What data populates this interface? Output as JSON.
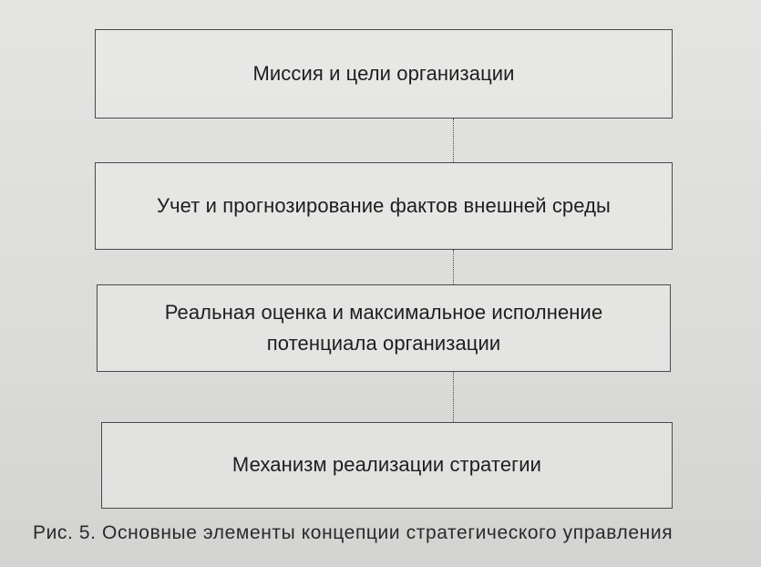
{
  "diagram": {
    "boxes": [
      {
        "lines": [
          "Миссия и цели организации"
        ]
      },
      {
        "lines": [
          "Учет и прогнозирование фактов внешней среды"
        ]
      },
      {
        "lines": [
          "Реальная оценка и максимальное исполнение",
          "потенциала организации"
        ]
      },
      {
        "lines": [
          "Механизм реализации стратегии"
        ]
      }
    ],
    "caption": "Рис. 5. Основные элементы концепции стратегического управления"
  },
  "colors": {
    "border": "#4a4a4a",
    "text": "#1e1e1e",
    "background": "#dcdcda"
  }
}
